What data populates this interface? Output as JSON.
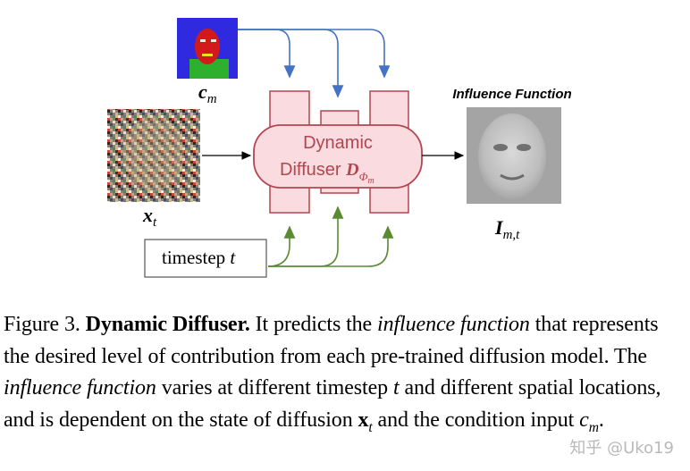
{
  "diagram": {
    "influence_title": "Influence Function",
    "block_line1": "Dynamic",
    "block_line2": "Diffuser ",
    "block_symbol": "D",
    "block_sub_letter": "Φ",
    "block_sub_sub": "m",
    "cm_main": "c",
    "cm_sub": "m",
    "xt_main": "x",
    "xt_sub": "t",
    "timestep_label": "timestep ",
    "timestep_var": "t",
    "out_main": "I",
    "out_sub": "m,t"
  },
  "caption": {
    "fig_no": "Figure 3. ",
    "title": "Dynamic Diffuser.",
    "s1a": " It predicts the ",
    "s1_it": "influence function",
    "s1b": " that represents the desired level of contribution from each pre-trained diffusion model. The ",
    "s2_it": "influence function",
    "s2a": " varies at different timestep ",
    "t_var": "t",
    "s3": " and different spatial locations, and is dependent on the state of diffusion ",
    "x_main": "x",
    "x_sub": "t",
    "s4": " and the condition input ",
    "c_main": "c",
    "c_sub": "m",
    "end": "."
  },
  "watermark": "知乎 @Uko19",
  "colors": {
    "pink_fill": "#fadbe0",
    "pink_stroke": "#b3454f",
    "blue_arrow": "#4472c4",
    "green_arrow": "#5a8a32",
    "seg_blue": "#2f2ae0",
    "seg_red": "#d21a1a",
    "seg_green": "#2eb02e"
  }
}
